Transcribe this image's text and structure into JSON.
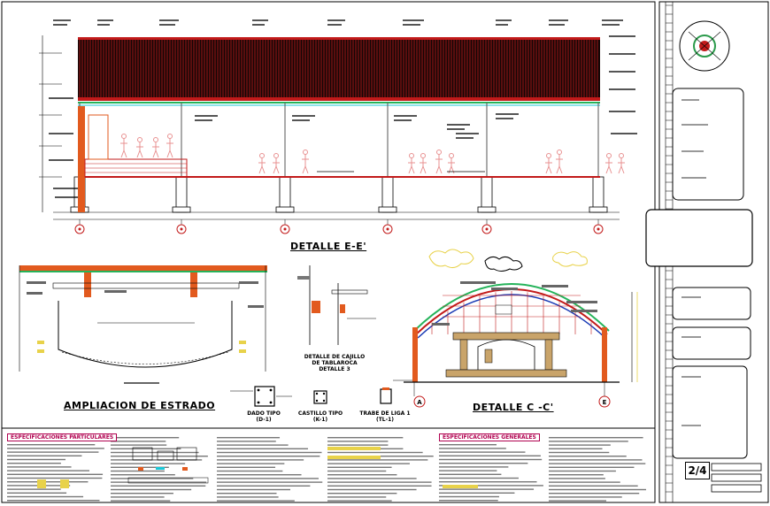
{
  "drawing": {
    "detail_ee": "DETALLE E-E'",
    "ampliacion": "AMPLIACION DE ESTRADO",
    "cajillo": [
      "DETALLE DE CAJILLO",
      "DE TABLAROCA",
      "DETALLE 3"
    ],
    "detail_cc": "DETALLE C -C'",
    "dado": [
      "DADO TIPO",
      "(D-1)"
    ],
    "castillo": [
      "CASTILLO TIPO",
      "(K-1)"
    ],
    "trabe": [
      "TRABE DE LIGA 1",
      "(TL-1)"
    ],
    "axis_a": "A",
    "axis_e": "E"
  },
  "specs": {
    "particulares": "ESPECIFICACIONES PARTICULARES",
    "generales": "ESPECIFICACIONES GENERALES"
  },
  "title_block": {
    "sheet": "2/4"
  },
  "colors": {
    "roof_red": "#c21a1a",
    "column_orange": "#e25a1e",
    "beam_green": "#25b35a",
    "figure_pink": "#e89090",
    "cyan": "#18c8d8",
    "magenta": "#b0004f",
    "cloud_yellow": "#e8d24a"
  }
}
